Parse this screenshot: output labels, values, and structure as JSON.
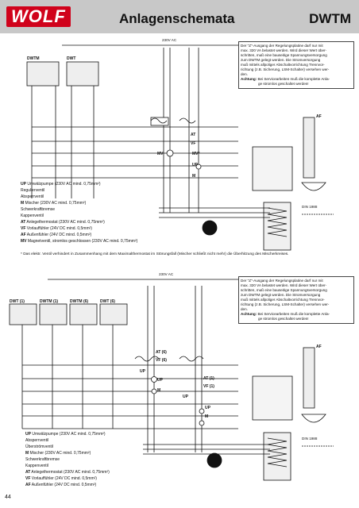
{
  "header": {
    "brand": "WOLF",
    "title": "Anlagenschemata",
    "code": "DWTM"
  },
  "top": {
    "mains_label": "230V AC",
    "controllers": [
      "DWTM",
      "DWT"
    ],
    "note_lines": [
      "Der \"Z\"-Ausgang der Regelungsplatine darf nur mit",
      "max. 320 VA belastet werden. Wird dieser Wert über-",
      "schritten, muß eine bauseitige Spannungsversorgung",
      "zum DWTM gelegt werden. Die Stromversorgung",
      "muß mittels allpoliger Abschaltvorrichtung Trennvor-",
      "richtung (z.B. Sicherung, LSM-Schalter) versehen wer-",
      "den."
    ],
    "note_warning_label": "Achtung:",
    "note_warning_lines": [
      "Bei Servicearbeiten muß die komplette Anla-",
      "ge stromlos geschaltet werden!"
    ],
    "af_label": "AF",
    "labels": {
      "at": "AT",
      "vf": "VF",
      "mv": "MV",
      "mv_star": "MV*",
      "up": "UP",
      "m": "M",
      "din": "DIN 1988"
    },
    "legend": [
      {
        "code": "UP",
        "text": " Umwälzpumpe (230V AC  mind.  0,75mm²)"
      },
      {
        "code": "",
        "text": "Regulierventil"
      },
      {
        "code": "",
        "text": "Absperrventil"
      },
      {
        "code": "M",
        "text": " Mischer (230V AC  mind.  0,75mm²)"
      },
      {
        "code": "",
        "text": "Schwerkraftbremse"
      },
      {
        "code": "",
        "text": "Kappenventil"
      },
      {
        "code": "AT",
        "text": " Anlegethermostat (230V AC  mind.  0,75mm²)"
      },
      {
        "code": "VF",
        "text": " Vorlauffühler (24V DC  mind.  0,5mm²)"
      },
      {
        "code": "AF",
        "text": " Außenfühler (24V DC  mind.  0,5mm²)"
      },
      {
        "code": "MV",
        "text": " Magnetventil, stromlos geschlossen (230V AC  mind.  0,75mm²)"
      }
    ],
    "footnote": "* Das elektr. Ventil verhindert in Zusammenhang mit dem Maximalthermostat im Störungsfall (Mischer schließt nicht mehr) die Überhitzung des Mischerkreises."
  },
  "bottom": {
    "mains_label": "230V AC",
    "controllers": [
      "DWT (1)",
      "DWTM (1)",
      "DWTM (6)",
      "DWT (6)"
    ],
    "note_lines": [
      "Der \"Z\"-Ausgang der Regelungsplatine darf nur mit",
      "max. 320 VA belastet werden. Wird dieser Wert über-",
      "schritten, muß eine bauseitige Spannungsversorgung",
      "zum DWTM gelegt werden. Die Stromversorgung",
      "muß mittels allpoliger Abschaltvorrichtung Trennvor-",
      "richtung (z.B. Sicherung, LSM-Schalter) versehen wer-",
      "den."
    ],
    "note_warning_label": "Achtung:",
    "note_warning_lines": [
      "Bei Servicearbeiten muß die komplette Anla-",
      "ge stromlos geschaltet werden!"
    ],
    "af_label": "AF",
    "labels": {
      "at6": "AT (6)",
      "vf6": "VF (6)",
      "up1": "UP",
      "up2": "UP",
      "m1": "M",
      "at1": "AT (1)",
      "vf1": "VF (1)",
      "up3": "UP",
      "up4": "UP",
      "m2": "M",
      "din": "DIN 1988"
    },
    "legend": [
      {
        "code": "UP",
        "text": " Umwälzpumpe (230V AC  mind.  0,75mm²)"
      },
      {
        "code": "",
        "text": "Absperrventil"
      },
      {
        "code": "",
        "text": "Überströmventil"
      },
      {
        "code": "M",
        "text": " Mischer (230V AC  mind.  0,75mm²)"
      },
      {
        "code": "",
        "text": "Schwerkraftbremse"
      },
      {
        "code": "",
        "text": "Kappenventil"
      },
      {
        "code": "AT",
        "text": " Anlegethermostat (230V AC  mind.  0,75mm²)"
      },
      {
        "code": "VF",
        "text": " Vorlauffühler (24V DC  mind.  0,5mm²)"
      },
      {
        "code": "AF",
        "text": " Außenfühler (24V DC  mind.  0,5mm²)"
      }
    ]
  },
  "page_number": "44"
}
